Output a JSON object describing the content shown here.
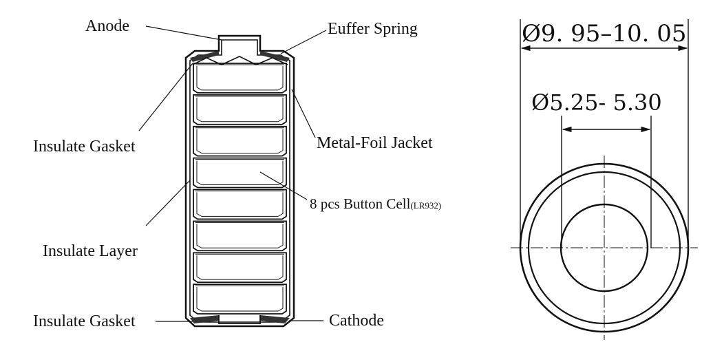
{
  "labels": {
    "anode": "Anode",
    "buffer_spring": "Euffer Spring",
    "insulate_gasket_top": "Insulate Gasket",
    "metal_foil_jacket": "Metal-Foil Jacket",
    "button_cell_prefix": "8 pcs Button Cell",
    "button_cell_model": "(LR932)",
    "insulate_layer": "Insulate Layer",
    "insulate_gasket_bottom": "Insulate Gasket",
    "cathode": "Cathode"
  },
  "dimensions": {
    "outer_diameter": "Ø9. 95–10. 05",
    "inner_diameter": "Ø5.25- 5.30"
  },
  "cells": {
    "count": 8
  }
}
